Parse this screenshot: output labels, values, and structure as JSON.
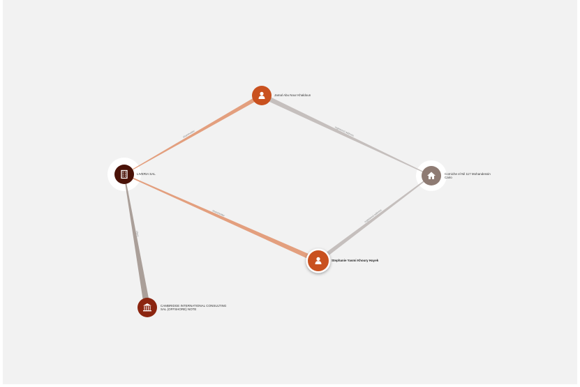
{
  "colors": {
    "background": "#f2f2f2",
    "person": "#c9511f",
    "company": "#4a1208",
    "institution": "#8b2510",
    "address": "#8e7b73",
    "edge_orange": "#e29a77",
    "edge_gray": "#c2bcb9",
    "edge_brown": "#a59a93"
  },
  "nodes": [
    {
      "id": "company",
      "type": "company",
      "icon": "building-icon",
      "label_lines": [
        "LIVERIA SAL"
      ]
    },
    {
      "id": "person_top",
      "type": "person",
      "icon": "person-icon",
      "label_lines": [
        "Jamal Abu Nour Khaldoun"
      ]
    },
    {
      "id": "address",
      "type": "address",
      "icon": "house-icon",
      "label_lines": [
        "Corniche el Nil 117 Mohandessin",
        "Cairo"
      ]
    },
    {
      "id": "person_selected",
      "type": "person",
      "icon": "person-icon",
      "selected": true,
      "label_lines": [
        "Stephanie Yasmi Khoury Hayek"
      ]
    },
    {
      "id": "institution",
      "type": "institution",
      "icon": "bank-icon",
      "label_lines": [
        "CAMBRIDGE INTERNATIONAL CONSULTING",
        "SAL (OFFSHORE) NOTE"
      ]
    }
  ],
  "edges": [
    {
      "from": "company",
      "to": "person_top",
      "color": "edge_orange",
      "label": "shareholder"
    },
    {
      "from": "person_top",
      "to": "address",
      "color": "edge_gray",
      "label": "registered address"
    },
    {
      "from": "company",
      "to": "person_selected",
      "color": "edge_orange",
      "label": "shareholder"
    },
    {
      "from": "person_selected",
      "to": "address",
      "color": "edge_gray",
      "label": "registered address"
    },
    {
      "from": "company",
      "to": "institution",
      "color": "edge_brown",
      "label": "client"
    }
  ]
}
